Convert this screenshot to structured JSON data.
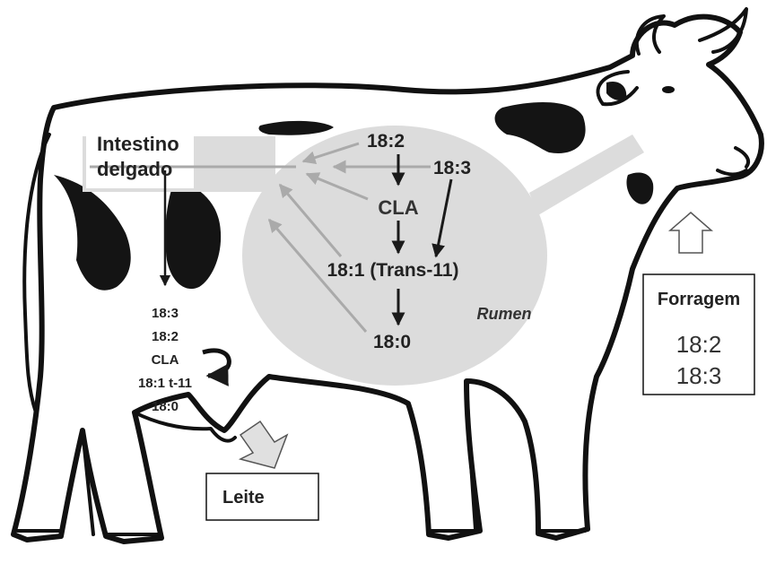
{
  "labels": {
    "intestine_line1": "Intestino",
    "intestine_line2": "delgado",
    "rumen": "Rumen",
    "milk": "Leite",
    "forage": "Forragem"
  },
  "rumen_pathway": {
    "n18_2": "18:2",
    "n18_3": "18:3",
    "cla": "CLA",
    "n18_1": "18:1 (Trans-11)",
    "n18_0": "18:0"
  },
  "forage_items": [
    "18:2",
    "18:3"
  ],
  "intestine_items": [
    "18:3",
    "18:2",
    "CLA",
    "18:1 t-11",
    "18:0"
  ],
  "colors": {
    "rumen_fill": "#dcdcdc",
    "gray_arrow": "#aaaaaa",
    "black_arrow": "#1a1a1a",
    "cow_outline": "#111111",
    "spots": "#141414"
  }
}
